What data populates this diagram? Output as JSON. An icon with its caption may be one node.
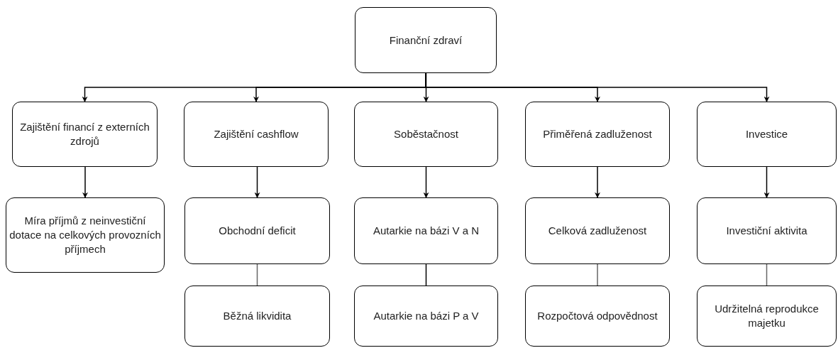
{
  "diagram": {
    "nodes": [
      {
        "text": [
          "Finanční zdraví"
        ]
      },
      {
        "text": [
          "Zajištění financí z externích zdrojů"
        ]
      },
      {
        "text": [
          "Zajištění cashflow"
        ]
      },
      {
        "text": [
          "Soběstačnost"
        ]
      },
      {
        "text": [
          "Přiměřená zadluženost"
        ]
      },
      {
        "text": [
          "Investice"
        ]
      },
      {
        "text": [
          "Míra příjmů z neinvestiční dotace na celkových provozních příjmech"
        ]
      },
      {
        "text": [
          "Obchodní deficit"
        ]
      },
      {
        "text": [
          "Autarkie na bázi V a N"
        ]
      },
      {
        "text": [
          "Celková zadluženost"
        ]
      },
      {
        "text": [
          "Investiční aktivita"
        ]
      },
      {
        "text": [
          "Běžná likvidita"
        ]
      },
      {
        "text": [
          "Autarkie na bázi P a V"
        ]
      },
      {
        "text": [
          "Rozpočtová odpovědnost"
        ]
      },
      {
        "text": [
          "Udržitelná reprodukce majetku"
        ]
      }
    ],
    "edges": [
      {
        "from": 0,
        "to": 1,
        "arrow": "to"
      },
      {
        "from": 0,
        "to": 2,
        "arrow": "to"
      },
      {
        "from": 0,
        "to": 3,
        "arrow": "to"
      },
      {
        "from": 0,
        "to": 4,
        "arrow": "to"
      },
      {
        "from": 0,
        "to": 5,
        "arrow": "to"
      },
      {
        "from": 1,
        "to": 6,
        "arrow": "to"
      },
      {
        "from": 2,
        "to": 7,
        "arrow": "to"
      },
      {
        "from": 3,
        "to": 8,
        "arrow": "to"
      },
      {
        "from": 4,
        "to": 9,
        "arrow": "to"
      },
      {
        "from": 5,
        "to": 10,
        "arrow": "to"
      },
      {
        "from": 7,
        "to": 11,
        "arrow": "none",
        "color": "#666666"
      },
      {
        "from": 8,
        "to": 12,
        "arrow": "none"
      },
      {
        "from": 9,
        "to": 13,
        "arrow": "none",
        "color": "#666666"
      },
      {
        "from": 10,
        "to": 14,
        "arrow": "none",
        "color": "#666666"
      }
    ]
  }
}
